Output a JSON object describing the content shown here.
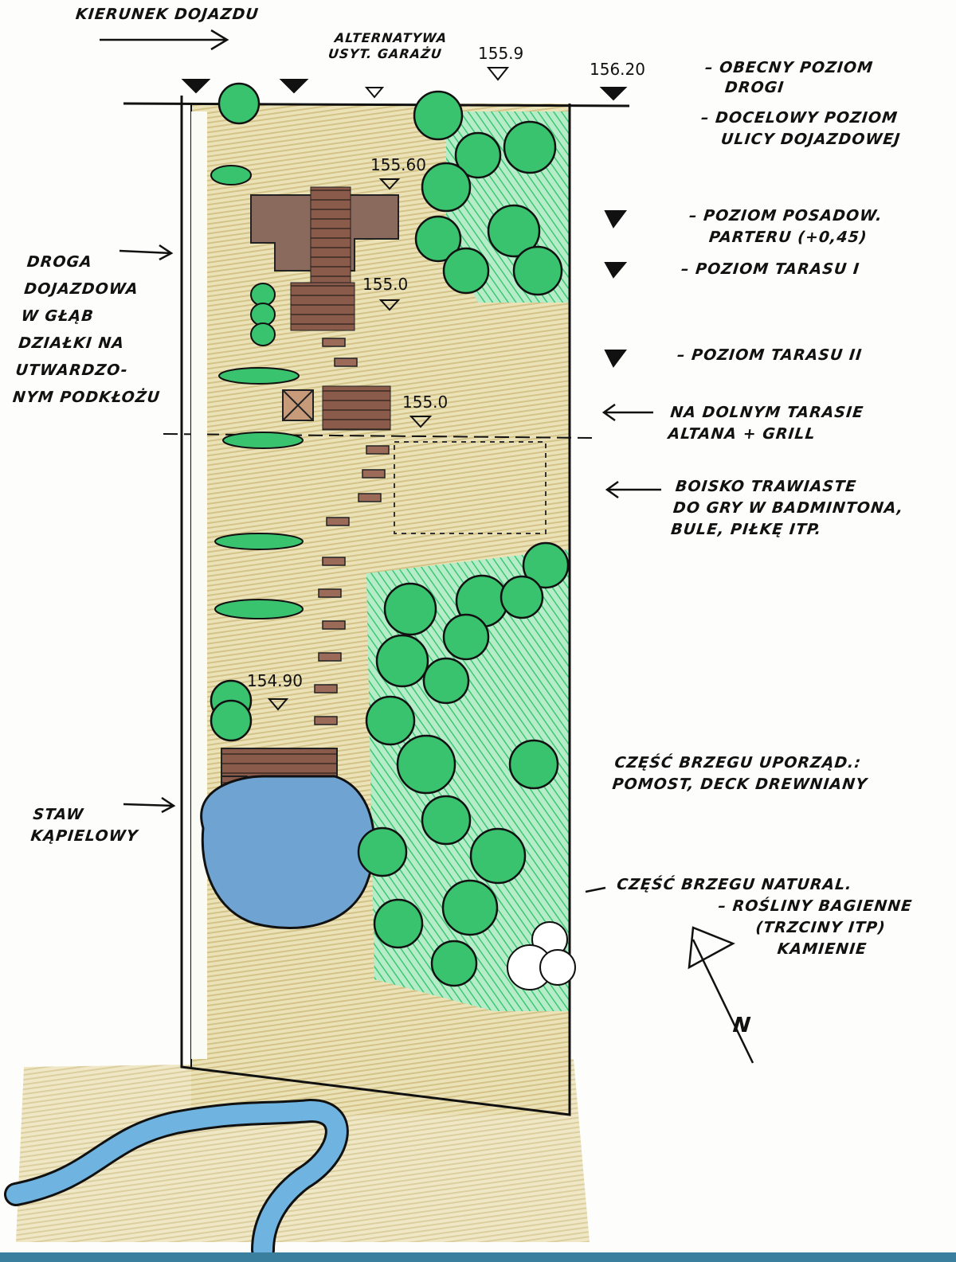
{
  "title": "Site landscape plan sketch",
  "colors": {
    "lawn": "#e3d6a4",
    "trees": "#2fbf66",
    "tree_fill": "#9be4b6",
    "house": "#8a6a5c",
    "deck": "#7a4b3c",
    "pond": "#6fa3d2",
    "river": "#4f9fd6"
  },
  "top": {
    "access_direction": "KIERUNEK DOJAZDU",
    "garage_alt_line1": "ALTERNATYWA",
    "garage_alt_line2": "USYT. GARAŻU"
  },
  "levels": {
    "l1": "155.9",
    "l2": "156.20",
    "l3": "155.60",
    "l4": "155.0",
    "l5": "155.0",
    "l6": "154.90"
  },
  "legend": {
    "road_now_1": "– OBECNY POZIOM",
    "road_now_2": "DROGI",
    "street_target_1": "– DOCELOWY POZIOM",
    "street_target_2": "ULICY DOJAZDOWEJ",
    "ground_floor_1": "– POZIOM POSADOW.",
    "ground_floor_2": "PARTERU (+0,45)",
    "terrace_1": "– POZIOM TARASU I",
    "terrace_2": "– POZIOM TARASU II"
  },
  "notes": {
    "driveway": [
      "DROGA",
      "DOJAZDOWA",
      "W GŁĄB",
      "DZIAŁKI NA",
      "UTWARDZO-",
      "NYM PODKŁOŻU"
    ],
    "gazebo": [
      "NA DOLNYM TARASIE",
      "ALTANA + GRILL"
    ],
    "lawn_field": [
      "BOISKO TRAWIASTE",
      "DO GRY W BADMINTONA,",
      "BULE, PIŁKĘ ITP."
    ],
    "shore_arranged": [
      "CZĘŚĆ BRZEGU UPORZĄD.:",
      "POMOST, DECK DREWNIANY"
    ],
    "shore_natural": [
      "CZĘŚĆ BRZEGU NATURAL.",
      "– ROŚLINY BAGIENNE",
      "(TRZCINY ITP)",
      "KAMIENIE"
    ],
    "pond": [
      "STAW",
      "KĄPIELOWY"
    ]
  },
  "north": "N"
}
